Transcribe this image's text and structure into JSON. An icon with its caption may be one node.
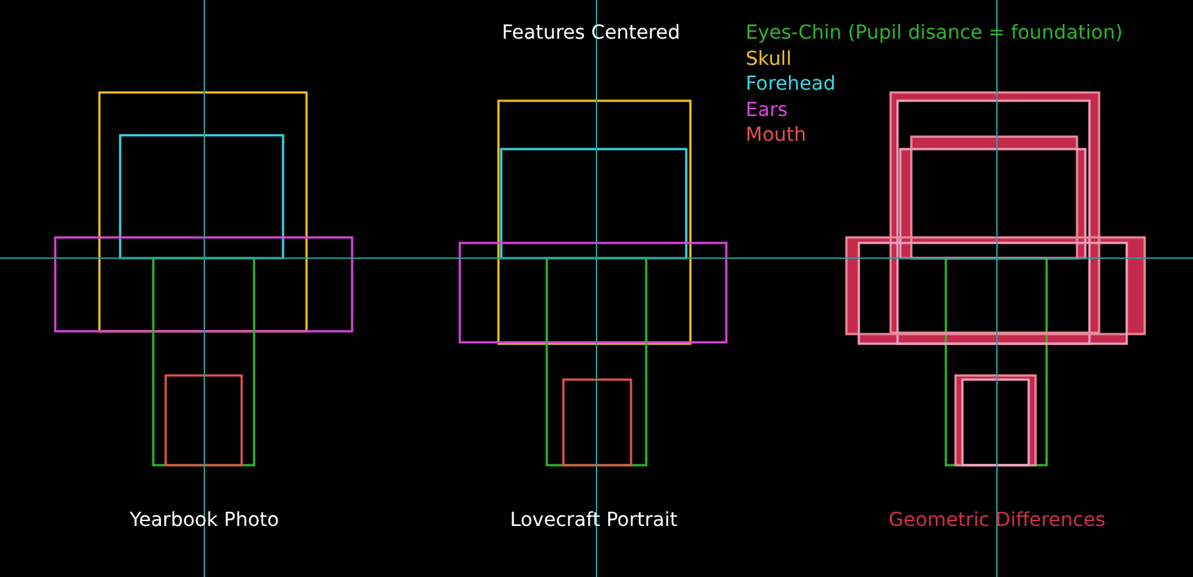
{
  "diagram": {
    "title": "Features Centered",
    "labels": [
      "Yearbook Photo",
      "Lovecraft Portrait",
      "Geometric Differences"
    ],
    "legend": [
      {
        "text": "Eyes-Chin (Pupil disance = foundation)",
        "color": "#2fb52f"
      },
      {
        "text": "Skull",
        "color": "#f0c020"
      },
      {
        "text": "Forehead",
        "color": "#3ad6e4"
      },
      {
        "text": "Ears",
        "color": "#dc44dc"
      },
      {
        "text": "Mouth",
        "color": "#e2554c"
      }
    ]
  }
}
